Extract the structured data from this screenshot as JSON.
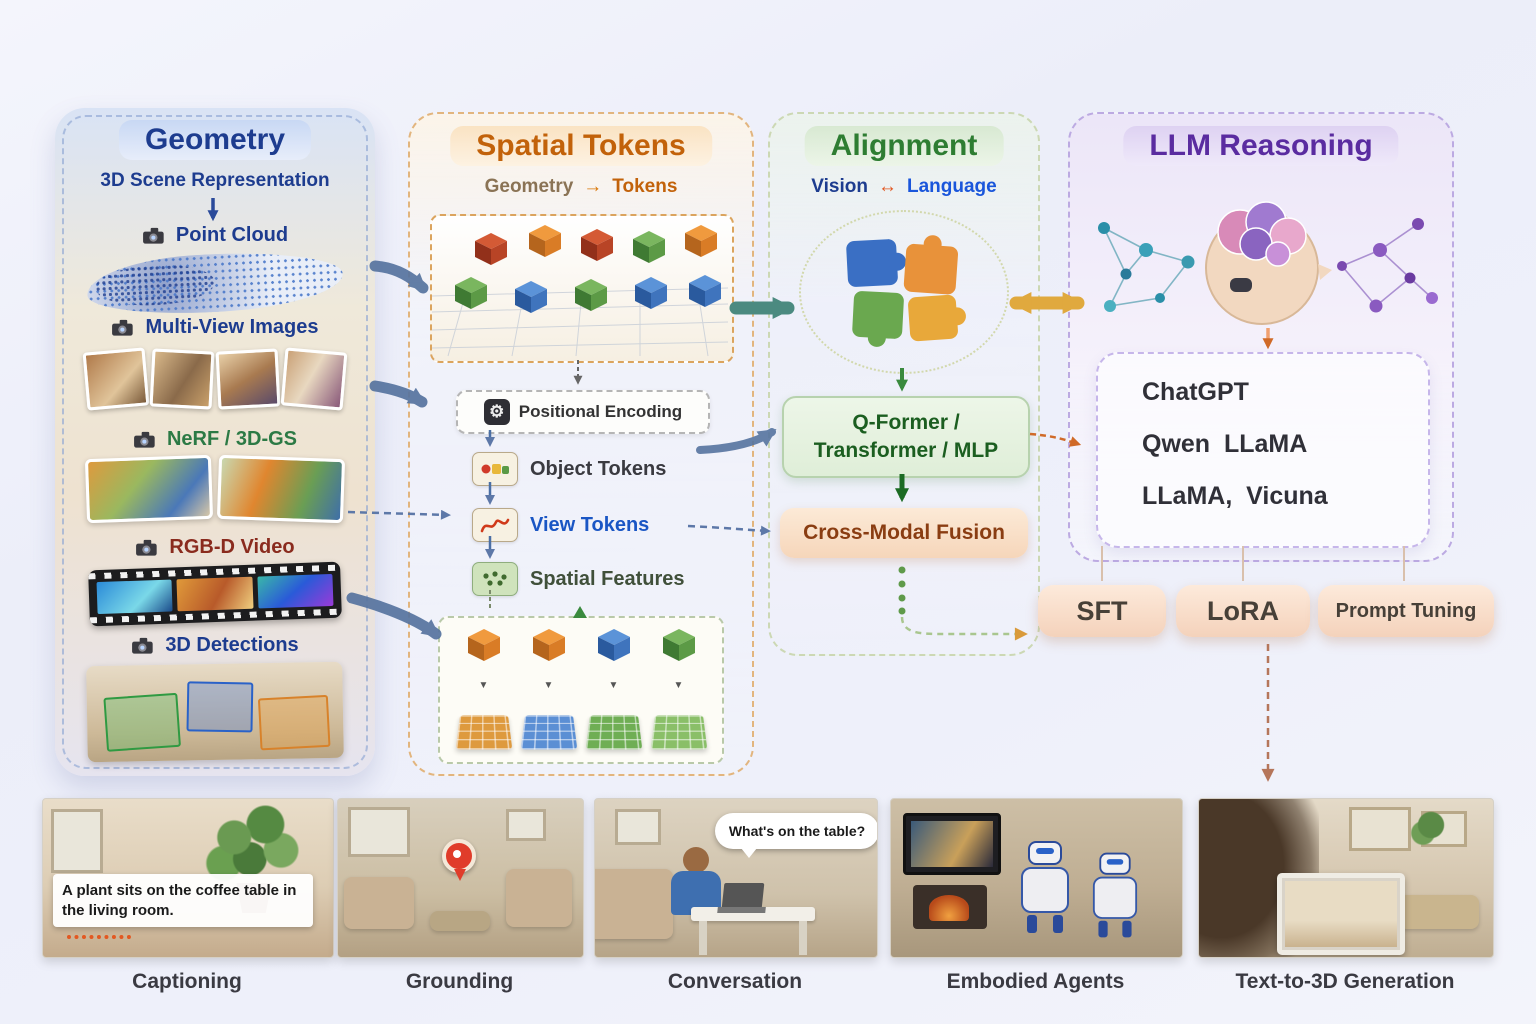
{
  "panels": {
    "geometry": {
      "title": "Geometry",
      "subtitle": "3D Scene Representation",
      "items": [
        {
          "label": "Point Cloud"
        },
        {
          "label": "Multi-View Images"
        },
        {
          "label": "NeRF / 3D-GS"
        },
        {
          "label": "RGB-D Video"
        },
        {
          "label": "3D Detections"
        }
      ]
    },
    "spatial_tokens": {
      "title": "Spatial Tokens",
      "subtitle_left": "Geometry",
      "subtitle_arrow": "→",
      "subtitle_right": "Tokens",
      "rows": [
        {
          "label": "Positional Encoding"
        },
        {
          "label": "Object Tokens"
        },
        {
          "label": "View Tokens"
        },
        {
          "label": "Spatial Features"
        }
      ]
    },
    "alignment": {
      "title": "Alignment",
      "subtitle_left": "Vision",
      "subtitle_arrow": "↔",
      "subtitle_right": "Language",
      "qformer_line1": "Q-Former /",
      "qformer_line2": "Transformer / MLP",
      "fusion_label": "Cross-Modal Fusion"
    },
    "llm": {
      "title": "LLM Reasoning",
      "model_lines": [
        "ChatGPT",
        "Qwen  LLaMA",
        "LLaMA,  Vicuna"
      ],
      "tuning": [
        "SFT",
        "LoRA",
        "Prompt Tuning"
      ]
    }
  },
  "tasks": [
    {
      "label": "Captioning",
      "caption": "A plant sits on the coffee table in the living room."
    },
    {
      "label": "Grounding"
    },
    {
      "label": "Conversation",
      "speech": "What's on the table?"
    },
    {
      "label": "Embodied Agents"
    },
    {
      "label": "Text-to-3D Generation"
    }
  ],
  "colors": {
    "geometry_accent": "#1d3c8f",
    "tokens_accent": "#c2620a",
    "alignment_accent": "#2e7d32",
    "llm_accent": "#5a2ca0"
  }
}
